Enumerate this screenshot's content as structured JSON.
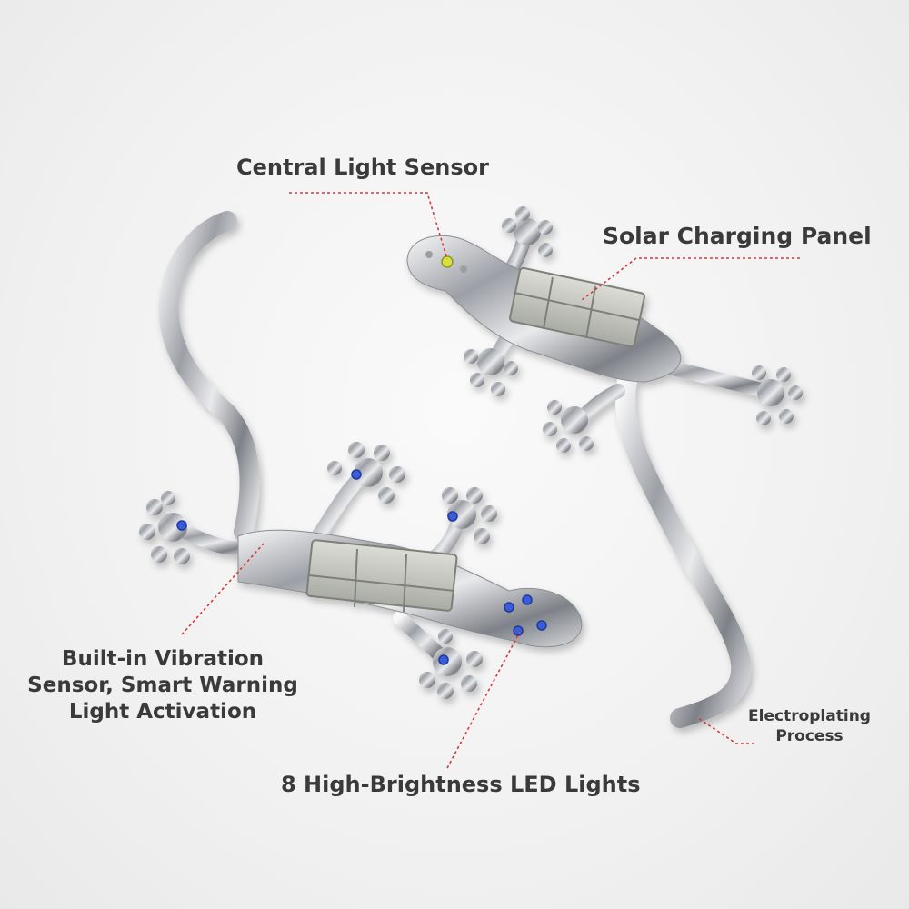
{
  "callouts": {
    "central_light_sensor": "Central Light Sensor",
    "solar_charging_panel": "Solar Charging Panel",
    "vibration_sensor": [
      "Built-in Vibration",
      "Sensor, Smart Warning",
      "Light Activation"
    ],
    "led_lights": "8 High-Brightness LED Lights",
    "electroplating": [
      "Electroplating",
      "Process"
    ]
  },
  "colors": {
    "background": "#f1f1f1",
    "text": "#3a3a3a",
    "leader_line": "#d23a3a",
    "chrome": "#c9ccd1",
    "led": "#3a5bd6",
    "sensor": "#d8e23a"
  }
}
